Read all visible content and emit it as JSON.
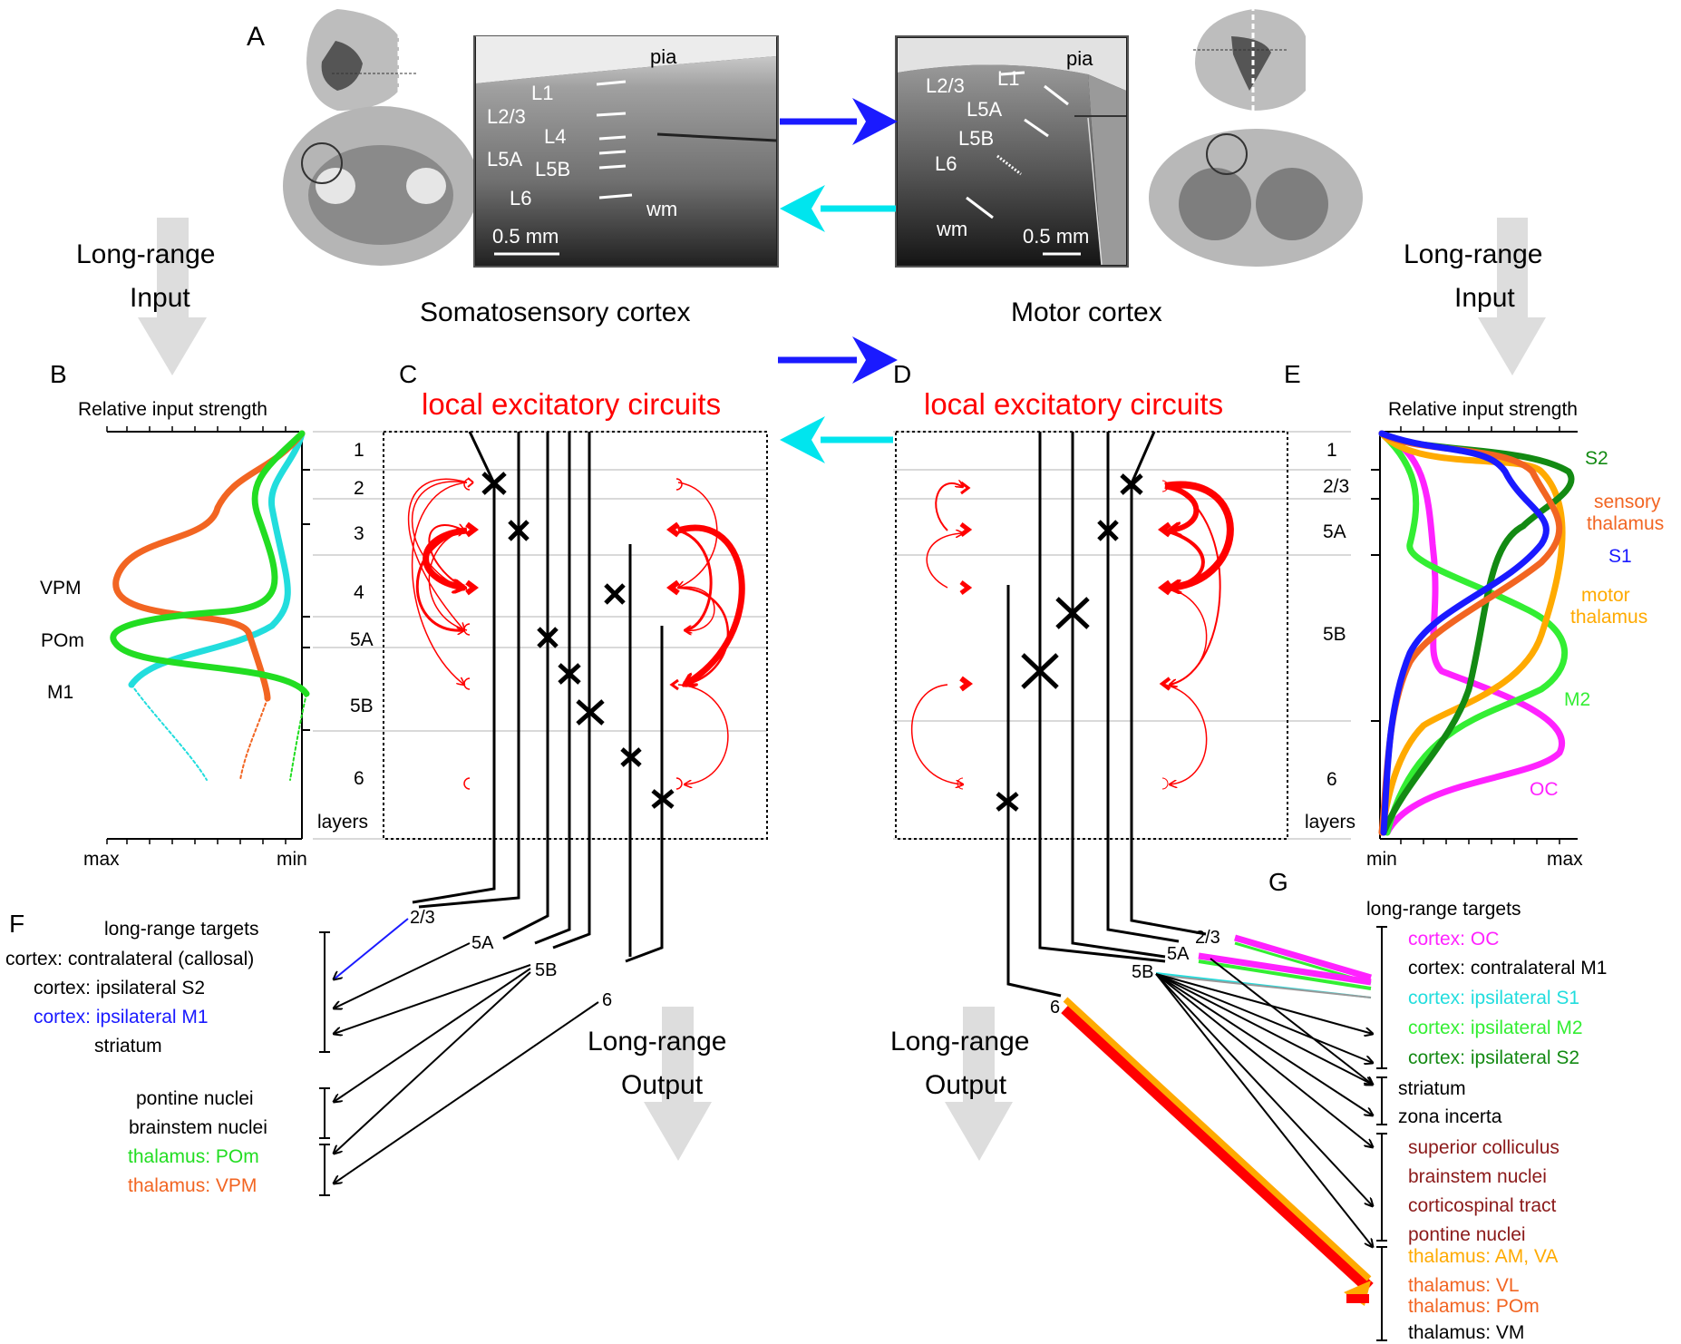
{
  "panels": {
    "A": "A",
    "B": "B",
    "C": "C",
    "D": "D",
    "E": "E",
    "F": "F",
    "G": "G"
  },
  "inputs": {
    "left": [
      "Long-range",
      "Input"
    ],
    "right": [
      "Long-range",
      "Input"
    ]
  },
  "outputs": {
    "left": [
      "Long-range",
      "Output"
    ],
    "right": [
      "Long-range",
      "Output"
    ]
  },
  "micrographs": {
    "ssc": {
      "labels": [
        "pia",
        "L1",
        "L2/3",
        "L4",
        "L5A",
        "L5B",
        "L6",
        "wm"
      ],
      "scale": "0.5 mm",
      "caption": "Somatosensory cortex"
    },
    "mc": {
      "labels": [
        "pia",
        "L1",
        "L2/3",
        "L5A",
        "L5B",
        "L6",
        "wm"
      ],
      "scale": "0.5 mm",
      "caption": "Motor cortex"
    }
  },
  "panelB": {
    "title": "Relative input strength",
    "xaxis": [
      "max",
      "min"
    ],
    "series": [
      {
        "name": "VPM",
        "color": "#f26522"
      },
      {
        "name": "POm",
        "color": "#22dd22"
      },
      {
        "name": "M1",
        "color": "#22dddd"
      }
    ]
  },
  "panelE": {
    "title": "Relative input strength",
    "xaxis": [
      "min",
      "max"
    ],
    "series": [
      {
        "name": "S2",
        "color": "#138a13"
      },
      {
        "name": "sensory thalamus",
        "lines": [
          "sensory",
          "thalamus"
        ],
        "color": "#f26522"
      },
      {
        "name": "S1",
        "color": "#1a1aff"
      },
      {
        "name": "motor thalamus",
        "lines": [
          "motor",
          "thalamus"
        ],
        "color": "#ffaa00"
      },
      {
        "name": "M2",
        "color": "#33ee33"
      },
      {
        "name": "OC",
        "color": "#ff22ff"
      }
    ]
  },
  "panelC": {
    "title": "local excitatory circuits",
    "layers": [
      "1",
      "2",
      "3",
      "4",
      "5A",
      "5B",
      "6",
      "layers"
    ]
  },
  "panelD": {
    "title": "local excitatory circuits",
    "layers": [
      "1",
      "2/3",
      "5A",
      "5B",
      "6",
      "layers"
    ]
  },
  "panelF": {
    "heading": "long-range targets",
    "groups": [
      [
        {
          "text": "cortex: contralateral (callosal)",
          "color": "#000000"
        },
        {
          "text": "cortex: ipsilateral S2",
          "color": "#000000"
        },
        {
          "text": "cortex: ipsilateral M1",
          "color": "#1a1aff"
        },
        {
          "text": "striatum",
          "color": "#000000"
        }
      ],
      [
        {
          "text": "pontine nuclei",
          "color": "#000000"
        },
        {
          "text": "brainstem nuclei",
          "color": "#000000"
        }
      ],
      [
        {
          "text": "thalamus: POm",
          "color": "#22dd22"
        },
        {
          "text": "thalamus: VPM",
          "color": "#f26522"
        }
      ]
    ],
    "origins": [
      "2/3",
      "5A",
      "5B",
      "6"
    ]
  },
  "panelG": {
    "heading": "long-range targets",
    "groups": [
      [
        {
          "text": "cortex: OC",
          "color": "#ff22ff"
        },
        {
          "text": "cortex: contralateral M1",
          "color": "#000000"
        },
        {
          "text": "cortex: ipsilateral S1",
          "color": "#22dddd"
        },
        {
          "text": "cortex: ipsilateral M2",
          "color": "#33ee33"
        },
        {
          "text": "cortex: ipsilateral S2",
          "color": "#138a13"
        }
      ],
      [
        {
          "text": "striatum",
          "color": "#000000"
        },
        {
          "text": "zona incerta",
          "color": "#000000"
        }
      ],
      [
        {
          "text": "superior colliculus",
          "color": "#8b1a1a"
        },
        {
          "text": "brainstem nuclei",
          "color": "#8b1a1a"
        },
        {
          "text": "corticospinal tract",
          "color": "#8b1a1a"
        },
        {
          "text": "pontine nuclei",
          "color": "#8b1a1a"
        }
      ],
      [
        {
          "text": "thalamus: AM, VA",
          "color": "#ffaa00"
        },
        {
          "text": "thalamus: VL",
          "color": "#f26522"
        },
        {
          "text": "thalamus: POm",
          "color": "#f26522"
        },
        {
          "text": "thalamus: VM",
          "color": "#000000"
        }
      ]
    ],
    "origins": [
      "2/3",
      "5A",
      "5B",
      "6"
    ]
  },
  "colors": {
    "local": "#ff0000",
    "ssc_to_mc": "#1a1aff",
    "mc_to_ssc": "#00e5ee",
    "neuron": "#000000",
    "arrow_gray": "#dddddd"
  }
}
